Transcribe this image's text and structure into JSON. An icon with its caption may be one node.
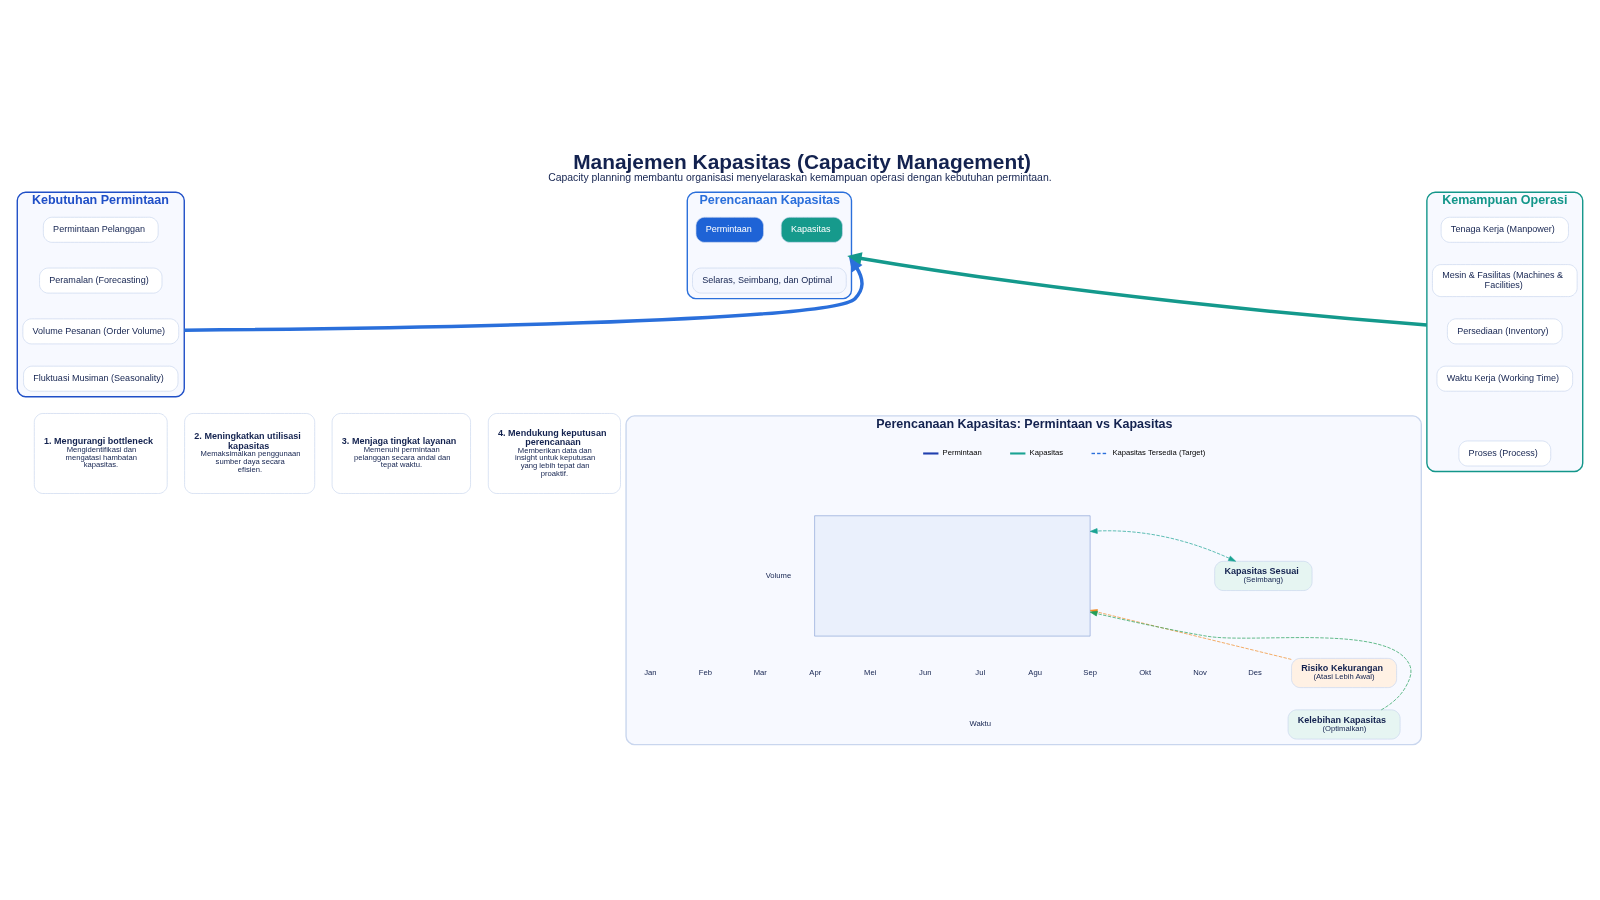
{
  "diagram": {
    "title": "Manajemen Kapasitas (Capacity Management)",
    "caption": "Capacity planning membantu organisasi menyelaraskan kemampuan operasi dengan kebutuhan permintaan.",
    "nodes": [
      {
        "text": [
          "Kebutuhan Permintaan"
        ]
      },
      {
        "text": [
          "Permintaan Pelanggan"
        ],
        "in": 0
      },
      {
        "text": [
          "Peramalan (Forecasting)"
        ],
        "in": 0
      },
      {
        "text": [
          "Volume Pesanan (Order Volume)"
        ],
        "in": 0
      },
      {
        "text": [
          "Fluktuasi Musiman (Seasonality)"
        ],
        "in": 0
      },
      {
        "text": [
          "Perencanaan Kapasitas"
        ]
      },
      {
        "text": [
          "Permintaan"
        ],
        "in": 5
      },
      {
        "text": [
          "Kapasitas"
        ],
        "in": 5
      },
      {
        "text": [
          "Selaras, Seimbang, dan Optimal"
        ],
        "in": 5
      },
      {
        "text": [
          "Kemampuan Operasi"
        ]
      },
      {
        "text": [
          "Tenaga Kerja (Manpower)"
        ],
        "in": 9
      },
      {
        "text": [
          "Mesin & Fasilitas (Machines & Facilities)"
        ],
        "in": 9
      },
      {
        "text": [
          "Persediaan (Inventory)"
        ],
        "in": 9
      },
      {
        "text": [
          "Waktu Kerja (Working Time)"
        ],
        "in": 9
      },
      {
        "text": [
          "Proses (Process)"
        ],
        "in": 9
      },
      {
        "text": [
          "1. Mengurangi bottleneck",
          "Mengidentifikasi dan mengatasi hambatan kapasitas."
        ]
      },
      {
        "text": [
          "2. Meningkatkan utilisasi kapasitas",
          "Memaksimalkan penggunaan sumber daya secara efisien."
        ]
      },
      {
        "text": [
          "3. Menjaga tingkat layanan",
          "Memenuhi permintaan pelanggan secara andal dan tepat waktu."
        ]
      },
      {
        "text": [
          "4. Mendukung keputusan perencanaan",
          "Memberikan data dan insight untuk keputusan yang lebih tepat dan proaktif."
        ]
      },
      {
        "text": [
          "Perencanaan Kapasitas: Permintaan vs Kapasitas"
        ]
      },
      {
        "text": [],
        "shape": "box",
        "in": 19
      },
      {
        "text": [
          "Kapasitas Sesuai",
          "(Seimbang)"
        ],
        "in": 19
      },
      {
        "text": [
          "Risiko Kekurangan",
          "(Atasi Lebih Awal)"
        ],
        "in": 19
      },
      {
        "text": [
          "Kelebihan Kapasitas",
          "(Optimalkan)"
        ],
        "in": 19
      }
    ],
    "edges": [
      {
        "from": 0,
        "to": 5,
        "arrow": "to",
        "style": "thick",
        "color": "#2a6fdb"
      },
      {
        "from": 9,
        "to": 5,
        "arrow": "to",
        "style": "thick",
        "color": "#14998c"
      },
      {
        "from": 21,
        "to": 20,
        "arrow": "both",
        "style": "dashed",
        "color": "#1aa393"
      },
      {
        "from": 22,
        "to": 20,
        "arrow": "to",
        "style": "dashed",
        "color": "#f08a24"
      },
      {
        "from": 23,
        "to": 20,
        "arrow": "to",
        "style": "dashed",
        "color": "#22a05a"
      }
    ],
    "labels": [
      "Volume",
      "Jan",
      "Feb",
      "Mar",
      "Apr",
      "Mei",
      "Jun",
      "Jul",
      "Agu",
      "Sep",
      "Okt",
      "Nov",
      "Des",
      "Waktu"
    ],
    "legend": [
      {
        "text": "Permintaan"
      },
      {
        "text": "Kapasitas"
      },
      {
        "text": "Kapasitas Tersedia (Target)"
      }
    ]
  }
}
